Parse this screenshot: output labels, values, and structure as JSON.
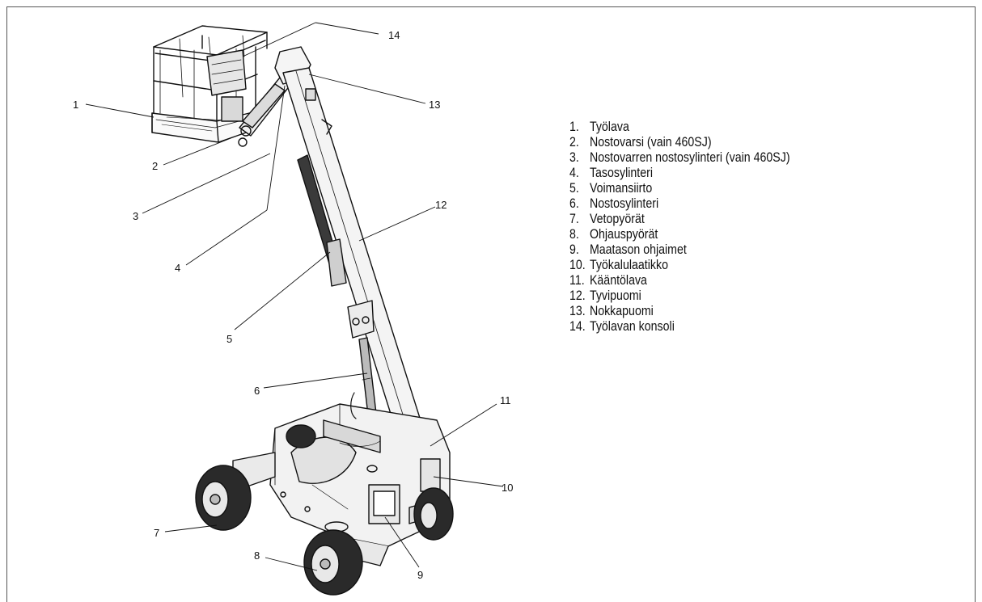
{
  "callouts": [
    "1",
    "2",
    "3",
    "4",
    "5",
    "6",
    "7",
    "8",
    "9",
    "10",
    "11",
    "12",
    "13",
    "14"
  ],
  "legend": [
    {
      "num": "1.",
      "label": "Työlava"
    },
    {
      "num": "2.",
      "label": "Nostovarsi (vain 460SJ)"
    },
    {
      "num": "3.",
      "label": "Nostovarren nostosylinteri (vain 460SJ)"
    },
    {
      "num": "4.",
      "label": "Tasosylinteri"
    },
    {
      "num": "5.",
      "label": "Voimansiirto"
    },
    {
      "num": "6.",
      "label": "Nostosylinteri"
    },
    {
      "num": "7.",
      "label": "Vetopyörät"
    },
    {
      "num": "8.",
      "label": "Ohjauspyörät"
    },
    {
      "num": "9.",
      "label": "Maatason ohjaimet"
    },
    {
      "num": "10.",
      "label": "Työkalulaatikko"
    },
    {
      "num": "11.",
      "label": "Kääntölava"
    },
    {
      "num": "12.",
      "label": "Tyvipuomi"
    },
    {
      "num": "13.",
      "label": "Nokkapuomi"
    },
    {
      "num": "14.",
      "label": "Työlavan konsoli"
    }
  ],
  "colors": {
    "line": "#111111",
    "body_fill": "#f2f2f2",
    "tire": "#2a2a2a"
  }
}
